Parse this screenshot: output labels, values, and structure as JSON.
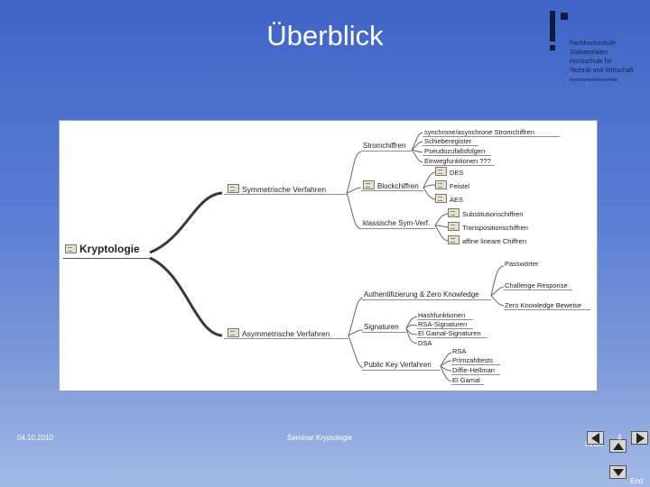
{
  "slide": {
    "title": "Überblick",
    "date": "04.10.2010",
    "footer_title": "Seminar Kryptologie",
    "page_number": "4"
  },
  "logo": {
    "lines": [
      "Fachhochschule",
      "Südwestfalen",
      "Hochschule für",
      "Technik und Wirtschaft",
      "Kommunikationstechnik"
    ]
  },
  "nav": {
    "inhalt_label": "Inhalt",
    "end_label": "End"
  },
  "mindmap": {
    "root": "Kryptologie",
    "symmetric": {
      "label": "Symmetrische Verfahren",
      "stream": {
        "label": "Stromchiffren",
        "items": [
          "synchrone/asynchrone Stromchiffren",
          "Schieberegister",
          "Pseudozufallsfolgen",
          "Einwegfunktionen ???"
        ]
      },
      "block": {
        "label": "Blockchiffren",
        "items": [
          "DES",
          "Feistel",
          "AES"
        ]
      },
      "classic": {
        "label": "klassische Sym-Verf.",
        "items": [
          "Substitutionschiffren",
          "Transpositionschiffren",
          "affine lineare Chiffren"
        ]
      }
    },
    "asymmetric": {
      "label": "Asymmetrische Verfahren",
      "auth": {
        "label": "Authentifizierung & Zero Knowledge",
        "items": [
          "Passwörter",
          "Challenge Response",
          "Zero Knowledge Beweise"
        ]
      },
      "signatures": {
        "label": "Signaturen",
        "items": [
          "Hashfunktionen",
          "RSA-Signaturen",
          "El Gamal-Signaturen",
          "DSA"
        ]
      },
      "public_key": {
        "label": "Public Key Verfahren",
        "items": [
          "RSA",
          "Primzahltests",
          "Diffie-Hellman",
          "El Gamal"
        ]
      }
    }
  }
}
